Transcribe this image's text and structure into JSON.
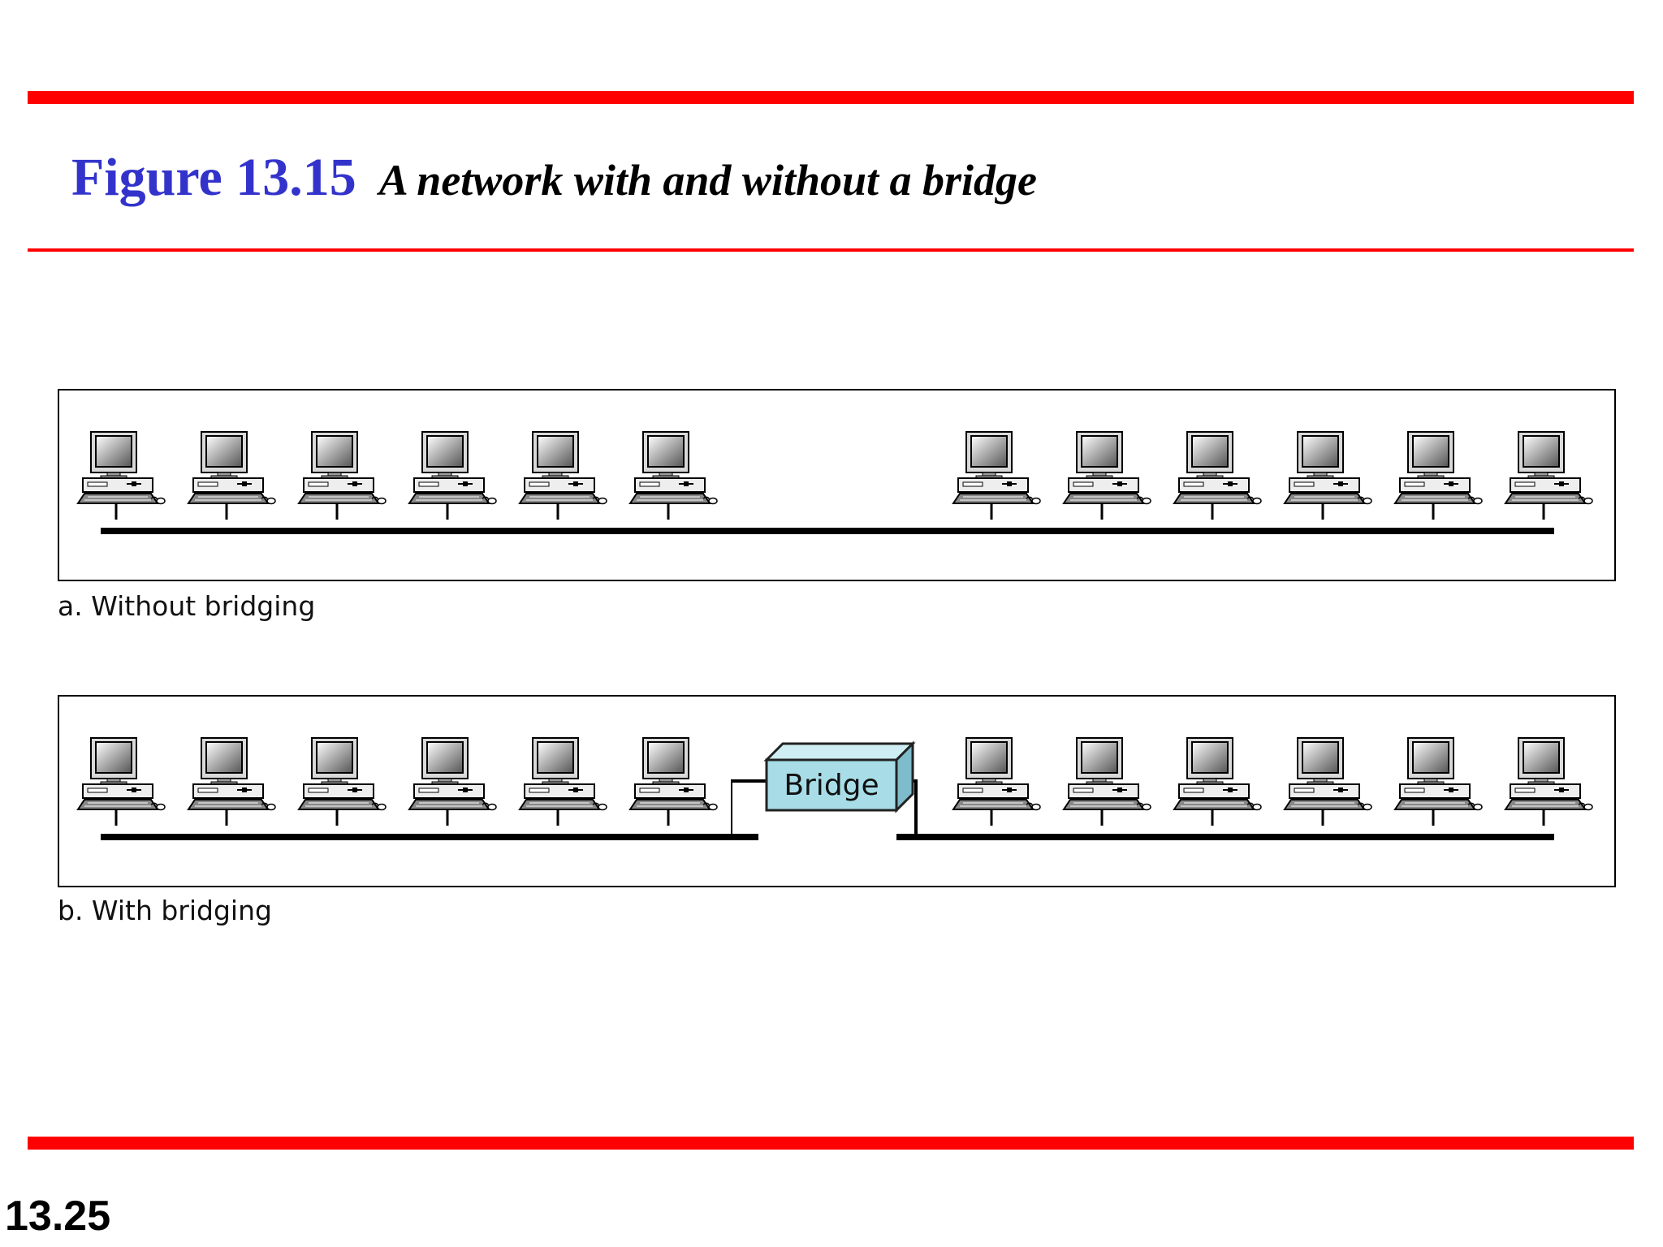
{
  "figure": {
    "number": "Figure 13.15",
    "caption": "A network with and without a bridge"
  },
  "panels": {
    "without_bridging": {
      "caption": "a. Without bridging",
      "left_group_computers": 6,
      "right_group_computers": 6
    },
    "with_bridging": {
      "caption": "b. With bridging",
      "left_group_computers": 6,
      "right_group_computers": 6,
      "bridge_label": "Bridge"
    }
  },
  "page_number": "13.25",
  "colors": {
    "rule": "#ff0000",
    "figure_number": "#3333cc",
    "bridge_fill": "#a8dde8"
  }
}
